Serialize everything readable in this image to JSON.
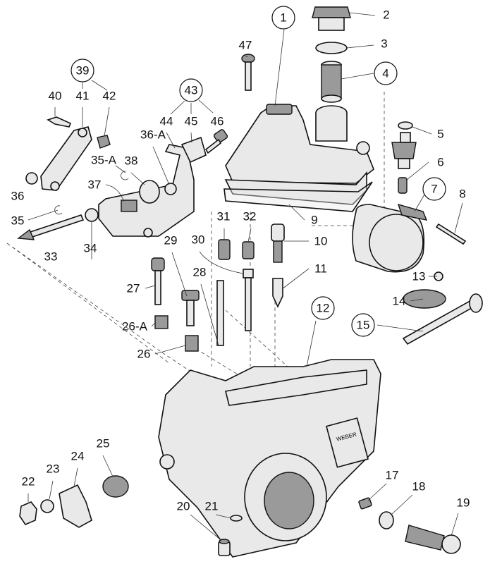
{
  "diagram": {
    "brand_plate": "WEBER",
    "labels": {
      "l1": "1",
      "l2": "2",
      "l3": "3",
      "l4": "4",
      "l5": "5",
      "l6": "6",
      "l7": "7",
      "l8": "8",
      "l9": "9",
      "l10": "10",
      "l11": "11",
      "l12": "12",
      "l13": "13",
      "l14": "14",
      "l15": "15",
      "l17": "17",
      "l18": "18",
      "l19": "19",
      "l20": "20",
      "l21": "21",
      "l22": "22",
      "l23": "23",
      "l24": "24",
      "l25": "25",
      "l26": "26",
      "l26a": "26-A",
      "l27": "27",
      "l28": "28",
      "l29": "29",
      "l30": "30",
      "l31": "31",
      "l32": "32",
      "l33": "33",
      "l34": "34",
      "l35": "35",
      "l35a": "35-A",
      "l36": "36",
      "l36a": "36-A",
      "l37": "37",
      "l38": "38",
      "l39": "39",
      "l40": "40",
      "l41": "41",
      "l42": "42",
      "l43": "43",
      "l44": "44",
      "l45": "45",
      "l46": "46",
      "l47": "47"
    }
  }
}
